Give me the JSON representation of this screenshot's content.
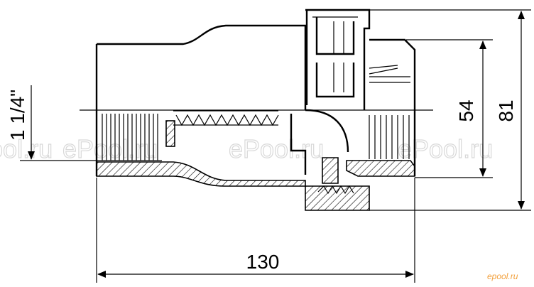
{
  "dimensions": {
    "length": "130",
    "outer_diameter": "81",
    "inner_diameter": "54",
    "thread_size": "1 1/4\""
  },
  "watermark": {
    "text": "ePool.ru"
  },
  "logo": {
    "text": "epool.ru"
  }
}
